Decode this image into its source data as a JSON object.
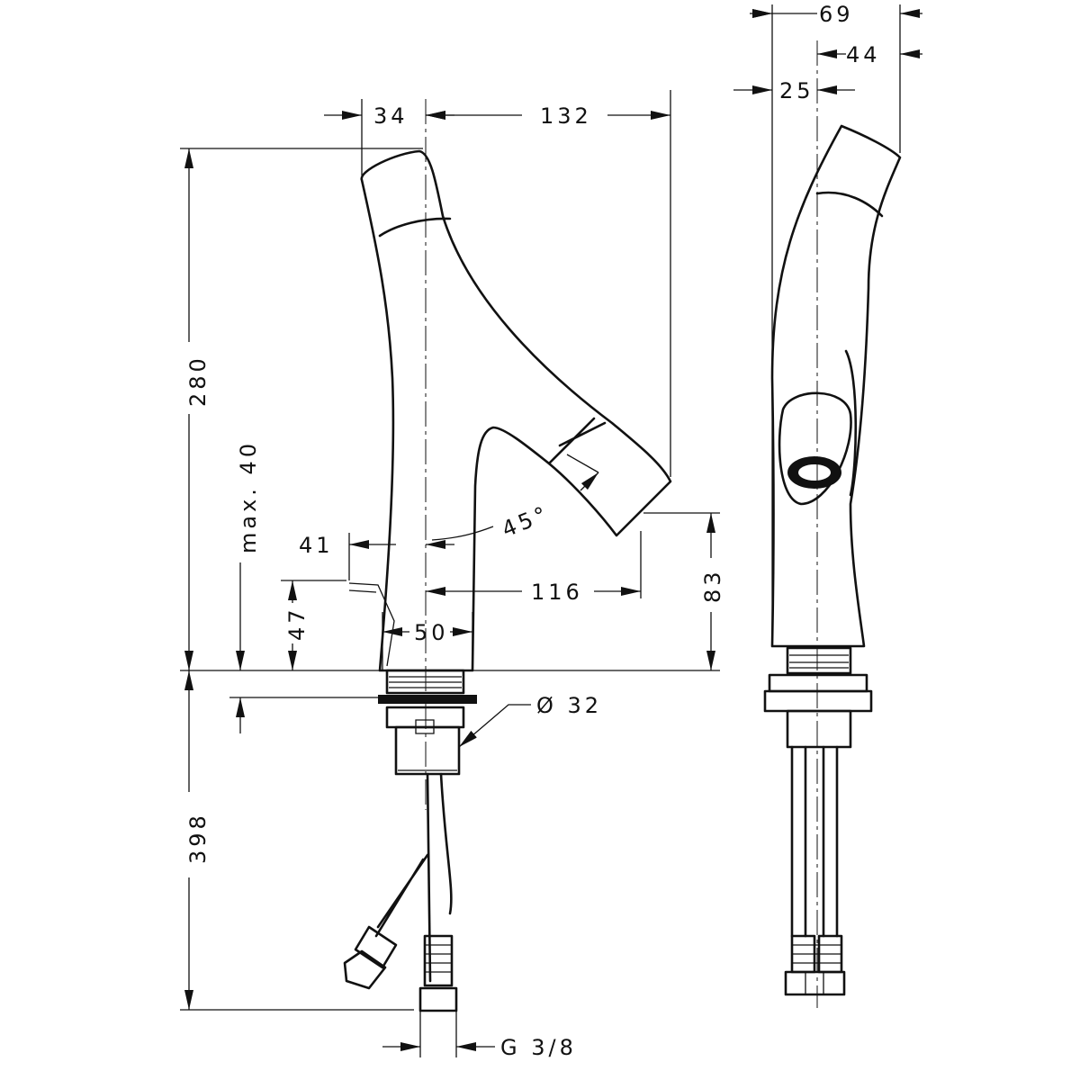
{
  "drawing": {
    "view_front": "faucet-front-view",
    "view_side": "faucet-side-view",
    "dimensions": {
      "width_total_side": "69",
      "spout_offset_side": "44",
      "body_offset_side": "25",
      "top_offset": "34",
      "spout_reach": "132",
      "height_total": "280",
      "max_deck_thickness": "max. 40",
      "lever_offset": "41",
      "spout_angle": "45°",
      "spout_outlet_reach": "116",
      "outlet_height": "83",
      "lever_height": "47",
      "base_diameter": "50",
      "hole_diameter": "Ø 32",
      "hose_length": "398",
      "connection_thread": "G 3/8"
    }
  }
}
